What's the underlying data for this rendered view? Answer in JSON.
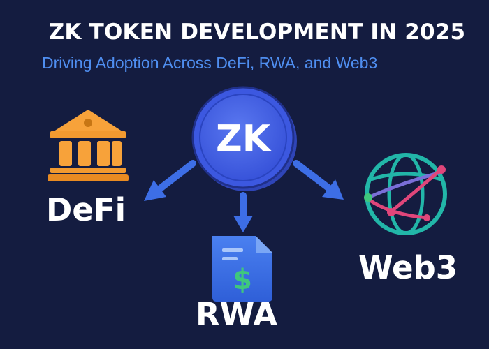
{
  "header": {
    "title": "ZK TOKEN DEVELOPMENT IN 2025",
    "subtitle": "Driving Adoption Across DeFi, RWA, and Web3"
  },
  "center": {
    "label": "ZK",
    "icon": "coin-icon"
  },
  "nodes": [
    {
      "label": "DeFi",
      "icon": "bank-icon"
    },
    {
      "label": "RWA",
      "icon": "document-dollar-icon",
      "symbol": "$"
    },
    {
      "label": "Web3",
      "icon": "globe-network-icon"
    }
  ],
  "colors": {
    "background": "#141c40",
    "coin": "#3f5ee0",
    "arrows": "#3d6ee6",
    "bank": "#f7a23a",
    "document": "#3a6ee8",
    "dollar": "#3fc77d",
    "globe_teal": "#22b6a8",
    "globe_pink": "#e0467a",
    "subtitle": "#4f8ef0"
  }
}
